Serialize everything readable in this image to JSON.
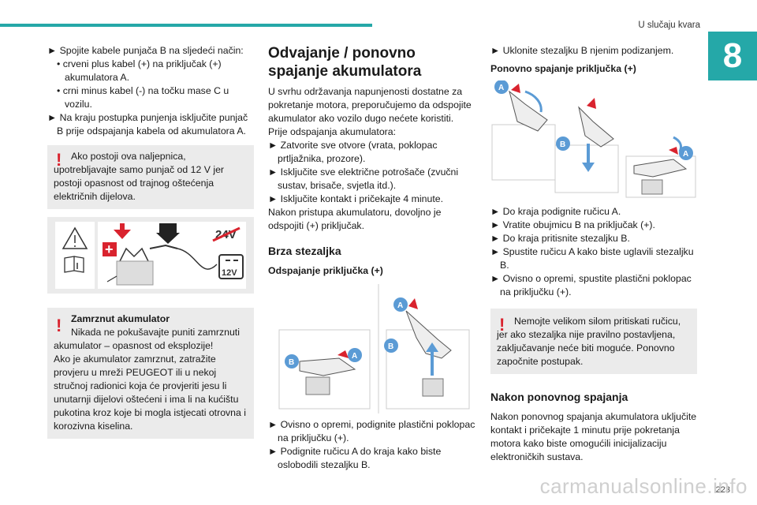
{
  "header": {
    "section": "U slučaju kvara",
    "chapter": "8"
  },
  "col1": {
    "p1_lines": [
      "► Spojite kabele punjača B na sljedeći način:",
      "• crveni plus kabel (+) na priključak (+) akumulatora A.",
      "• crni minus kabel (-) na točku mase C u vozilu.",
      "► Na kraju postupka punjenja isključite punjač B prije odspajanja kabela od akumulatora A."
    ],
    "warn1": "Ako postoji ova naljepnica, upotrebljavajte samo punjač od 12 V jer postoji opasnost od trajnog oštećenja električnih dijelova.",
    "label_24v": "24V",
    "label_12v": "12V",
    "warn2_title": "Zamrznut akumulator",
    "warn2_lines": [
      "Nikada ne pokušavajte puniti zamrznuti akumulator – opasnost od eksplozije!",
      "Ako je akumulator zamrznut, zatražite provjeru u mreži PEUGEOT ili u nekoj stručnoj radionici koja će provjeriti jesu li unutarnji dijelovi oštećeni i ima li na kućištu pukotina kroz koje bi mogla istjecati otrovna i korozivna kiselina."
    ]
  },
  "col2": {
    "title": "Odvajanje / ponovno spajanje akumulatora",
    "intro": [
      "U svrhu održavanja napunjenosti dostatne za pokretanje motora, preporučujemo da odspojite akumulator ako vozilo dugo nećete koristiti.",
      "Prije odspajanja akumulatora:",
      "► Zatvorite sve otvore (vrata, poklopac prtljažnika, prozore).",
      "► Isključite sve električne potrošače (zvučni sustav, brisače, svjetla itd.).",
      "► Isključite kontakt i pričekajte 4 minute.",
      "Nakon pristupa akumulatoru, dovoljno je odspojiti (+) priključak."
    ],
    "subtitle": "Brza stezaljka",
    "subsub": "Odspajanje priključka (+)",
    "after": [
      "► Ovisno o opremi, podignite plastični poklopac na priključku (+).",
      "► Podignite ručicu A do kraja kako biste oslobodili stezaljku B."
    ]
  },
  "col3": {
    "p1": "► Uklonite stezaljku B njenim podizanjem.",
    "subsub": "Ponovno spajanje priključka (+)",
    "after": [
      "► Do kraja podignite ručicu A.",
      "► Vratite obujmicu B na priključak (+).",
      "► Do kraja pritisnite stezaljku B.",
      "► Spustite ručicu A kako biste uglavili stezaljku B.",
      "► Ovisno o opremi, spustite plastični poklopac na priključku (+)."
    ],
    "warn": "Nemojte velikom silom pritiskati ručicu, jer ako stezaljka nije pravilno postavljena, zaključavanje neće biti moguće. Ponovno započnite postupak.",
    "subtitle": "Nakon ponovnog spajanja",
    "final": "Nakon ponovnog spajanja akumulatora uključite kontakt i pričekajte 1 minutu prije pokretanja motora kako biste omogućili inicijalizaciju elektroničkih sustava."
  },
  "page_number": "223",
  "watermark": "carmanualsonline.info",
  "colors": {
    "accent": "#25a8a8",
    "warning": "#d9232e",
    "panel": "#ebebeb"
  }
}
